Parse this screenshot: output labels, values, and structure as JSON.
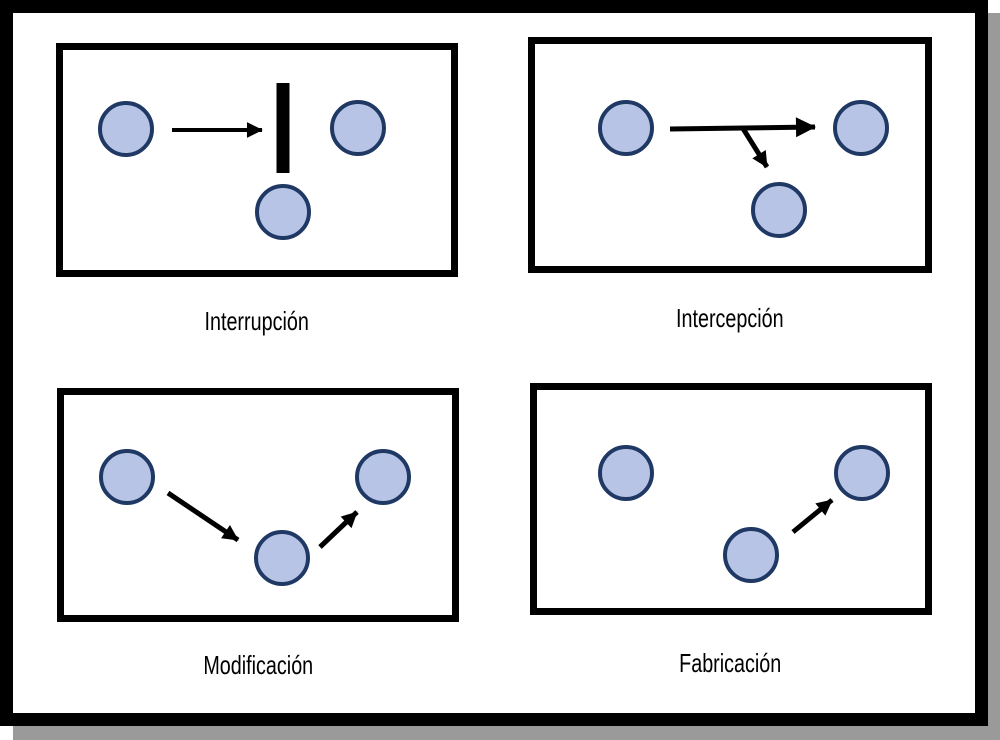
{
  "figure": {
    "panels": [
      {
        "label": "Interrupción"
      },
      {
        "label": "Intercepción"
      },
      {
        "label": "Modificación"
      },
      {
        "label": "Fabricación"
      }
    ],
    "colors": {
      "node_fill": "#b8c4e6",
      "node_stroke": "#1f3864",
      "line": "#000000",
      "frame": "#000000",
      "shadow": "#9a9a9a",
      "background": "#ffffff"
    }
  }
}
